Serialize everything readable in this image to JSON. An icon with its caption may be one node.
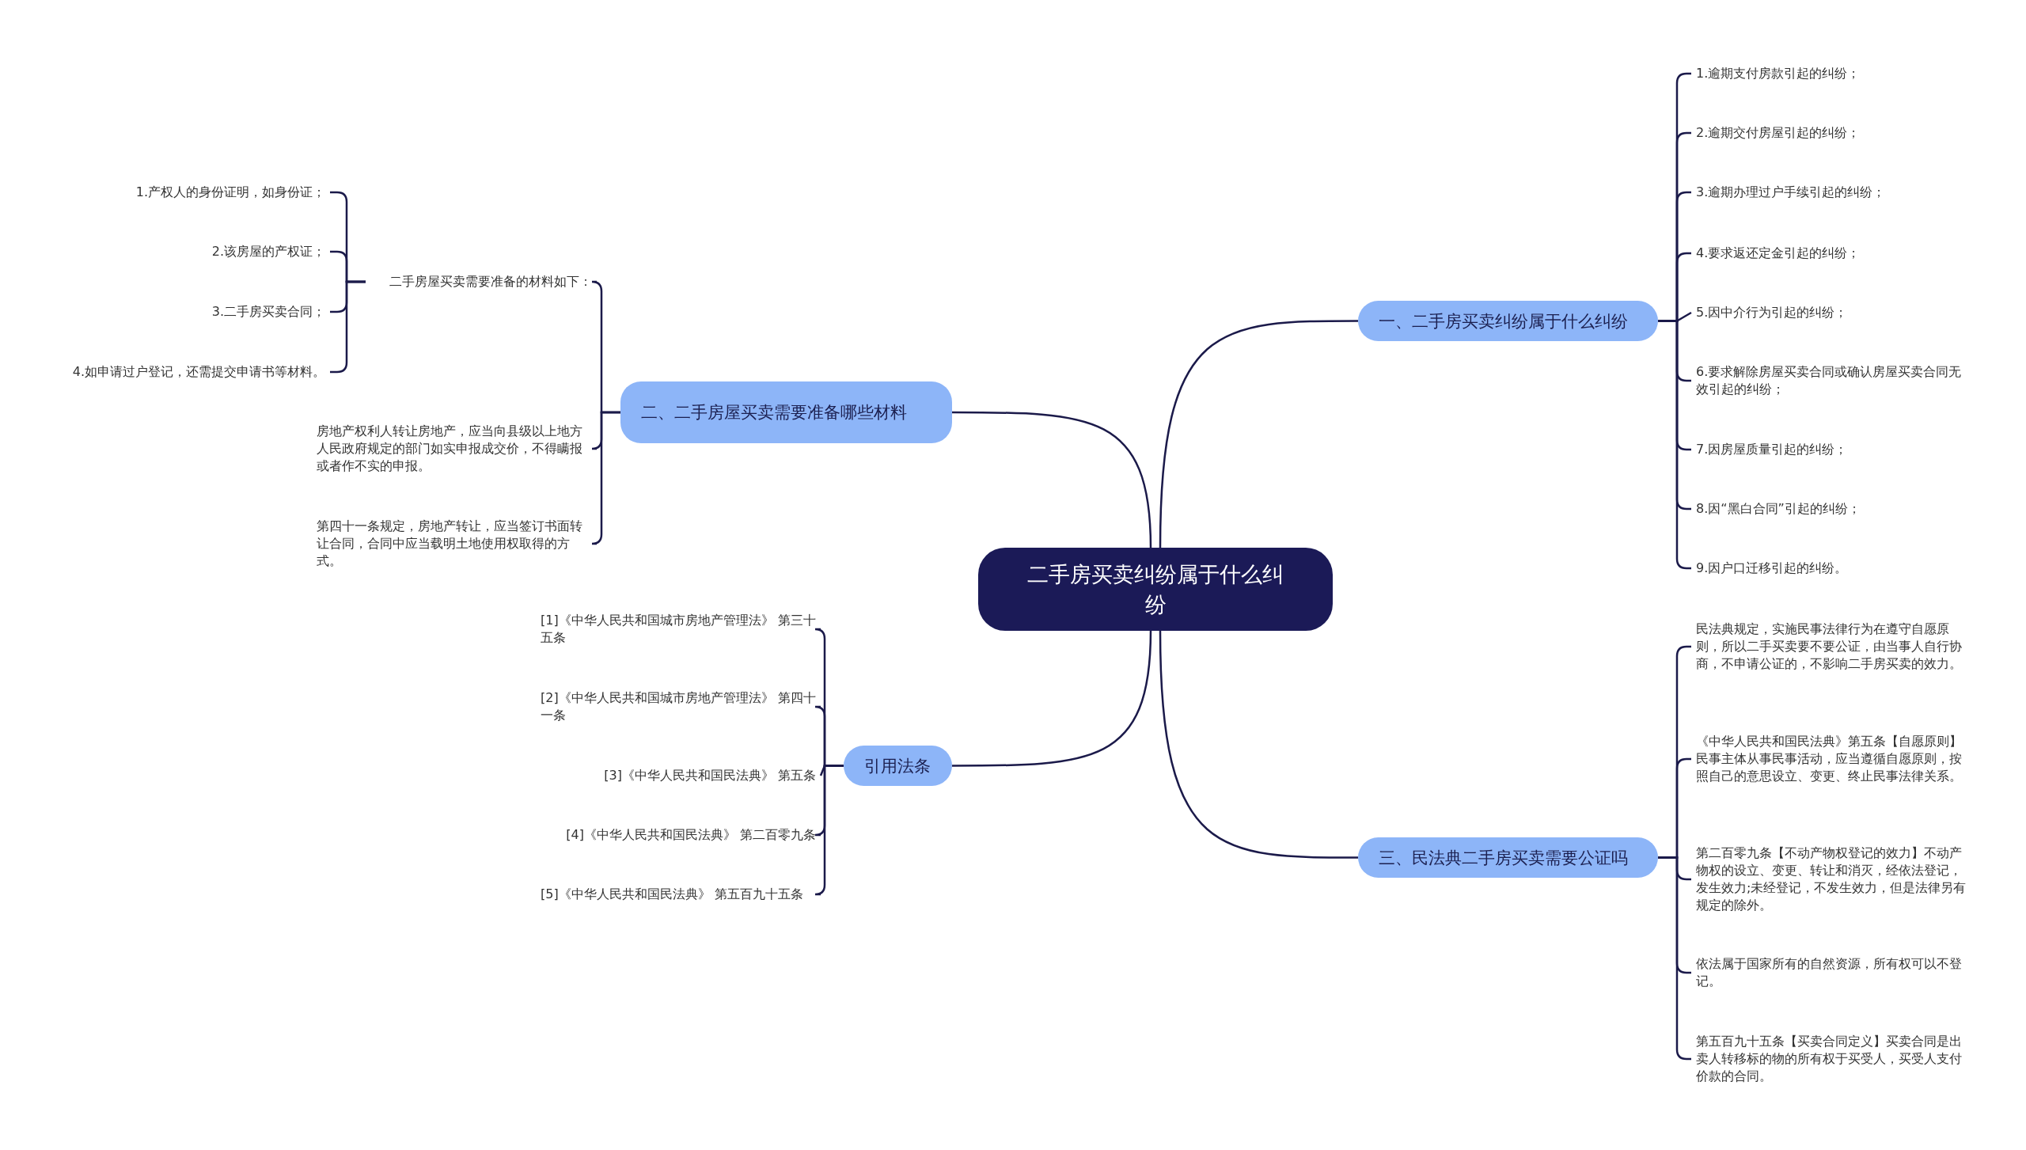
{
  "diagram": {
    "nodes": [
      {
        "text": [
          "二手房买卖纠纷属于什么纠纷"
        ]
      },
      {
        "text": [
          "一、二手房买卖纠纷属于什么纠纷"
        ]
      },
      {
        "text": [
          "1.逾期支付房款引起的纠纷；"
        ]
      },
      {
        "text": [
          "2.逾期交付房屋引起的纠纷；"
        ]
      },
      {
        "text": [
          "3.逾期办理过户手续引起的纠纷；"
        ]
      },
      {
        "text": [
          "4.要求返还定金引起的纠纷；"
        ]
      },
      {
        "text": [
          "5.因中介行为引起的纠纷；"
        ]
      },
      {
        "text": [
          "6.要求解除房屋买卖合同或确认房屋买卖合同无效引起的纠纷；"
        ]
      },
      {
        "text": [
          "7.因房屋质量引起的纠纷；"
        ]
      },
      {
        "text": [
          "8.因“黑白合同”引起的纠纷；"
        ]
      },
      {
        "text": [
          "9.因户口迁移引起的纠纷。"
        ]
      },
      {
        "text": [
          "三、民法典二手房买卖需要公证吗"
        ]
      },
      {
        "text": [
          "民法典规定，实施民事法律行为在遵守自愿原则，所以二手买卖要不要公证，由当事人自行协商，不申请公证的，不影响二手房买卖的效力。"
        ]
      },
      {
        "text": [
          "《中华人民共和国民法典》第五条【自愿原则】民事主体从事民事活动，应当遵循自愿原则，按照自己的意思设立、变更、终止民事法律关系。"
        ]
      },
      {
        "text": [
          "第二百零九条【不动产物权登记的效力】不动产物权的设立、变更、转让和消灭，经依法登记，发生效力;未经登记，不发生效力，但是法律另有规定的除外。"
        ]
      },
      {
        "text": [
          "依法属于国家所有的自然资源，所有权可以不登记。"
        ]
      },
      {
        "text": [
          "第五百九十五条【买卖合同定义】买卖合同是出卖人转移标的物的所有权于买受人，买受人支付价款的合同。"
        ]
      },
      {
        "text": [
          "二、二手房屋买卖需要准备哪些材料"
        ]
      },
      {
        "text": [
          "二手房屋买卖需要准备的材料如下："
        ]
      },
      {
        "text": [
          "1.产权人的身份证明，如身份证；"
        ]
      },
      {
        "text": [
          "2.该房屋的产权证；"
        ]
      },
      {
        "text": [
          "3.二手房买卖合同；"
        ]
      },
      {
        "text": [
          "4.如申请过户登记，还需提交申请书等材料。"
        ]
      },
      {
        "text": [
          "房地产权利人转让房地产，应当向县级以上地方人民政府规定的部门如实申报成交价，不得瞒报或者作不实的申报。"
        ]
      },
      {
        "text": [
          "第四十一条规定，房地产转让，应当签订书面转让合同，合同中应当载明土地使用权取得的方式。"
        ]
      },
      {
        "text": [
          "引用法条"
        ]
      },
      {
        "text": [
          "[1]《中华人民共和国城市房地产管理法》 第三十五条"
        ]
      },
      {
        "text": [
          "[2]《中华人民共和国城市房地产管理法》 第四十一条"
        ]
      },
      {
        "text": [
          "[3]《中华人民共和国民法典》 第五条"
        ]
      },
      {
        "text": [
          "[4]《中华人民共和国民法典》 第二百零九条"
        ]
      },
      {
        "text": [
          "[5]《中华人民共和国民法典》 第五百九十五条"
        ]
      }
    ],
    "edges": [
      {
        "from": 0,
        "to": 1,
        "arrow": "none"
      },
      {
        "from": 1,
        "to": 2,
        "arrow": "none"
      },
      {
        "from": 1,
        "to": 3,
        "arrow": "none"
      },
      {
        "from": 1,
        "to": 4,
        "arrow": "none"
      },
      {
        "from": 1,
        "to": 5,
        "arrow": "none"
      },
      {
        "from": 1,
        "to": 6,
        "arrow": "none"
      },
      {
        "from": 1,
        "to": 7,
        "arrow": "none"
      },
      {
        "from": 1,
        "to": 8,
        "arrow": "none"
      },
      {
        "from": 1,
        "to": 9,
        "arrow": "none"
      },
      {
        "from": 1,
        "to": 10,
        "arrow": "none"
      },
      {
        "from": 0,
        "to": 11,
        "arrow": "none"
      },
      {
        "from": 11,
        "to": 12,
        "arrow": "none"
      },
      {
        "from": 11,
        "to": 13,
        "arrow": "none"
      },
      {
        "from": 11,
        "to": 14,
        "arrow": "none"
      },
      {
        "from": 11,
        "to": 15,
        "arrow": "none"
      },
      {
        "from": 11,
        "to": 16,
        "arrow": "none"
      },
      {
        "from": 0,
        "to": 17,
        "arrow": "none"
      },
      {
        "from": 17,
        "to": 18,
        "arrow": "none"
      },
      {
        "from": 18,
        "to": 19,
        "arrow": "none"
      },
      {
        "from": 18,
        "to": 20,
        "arrow": "none"
      },
      {
        "from": 18,
        "to": 21,
        "arrow": "none"
      },
      {
        "from": 18,
        "to": 22,
        "arrow": "none"
      },
      {
        "from": 17,
        "to": 23,
        "arrow": "none"
      },
      {
        "from": 17,
        "to": 24,
        "arrow": "none"
      },
      {
        "from": 0,
        "to": 25,
        "arrow": "none"
      },
      {
        "from": 25,
        "to": 26,
        "arrow": "none"
      },
      {
        "from": 25,
        "to": 27,
        "arrow": "none"
      },
      {
        "from": 25,
        "to": 28,
        "arrow": "none"
      },
      {
        "from": 25,
        "to": 29,
        "arrow": "none"
      },
      {
        "from": 25,
        "to": 30,
        "arrow": "none"
      }
    ]
  }
}
